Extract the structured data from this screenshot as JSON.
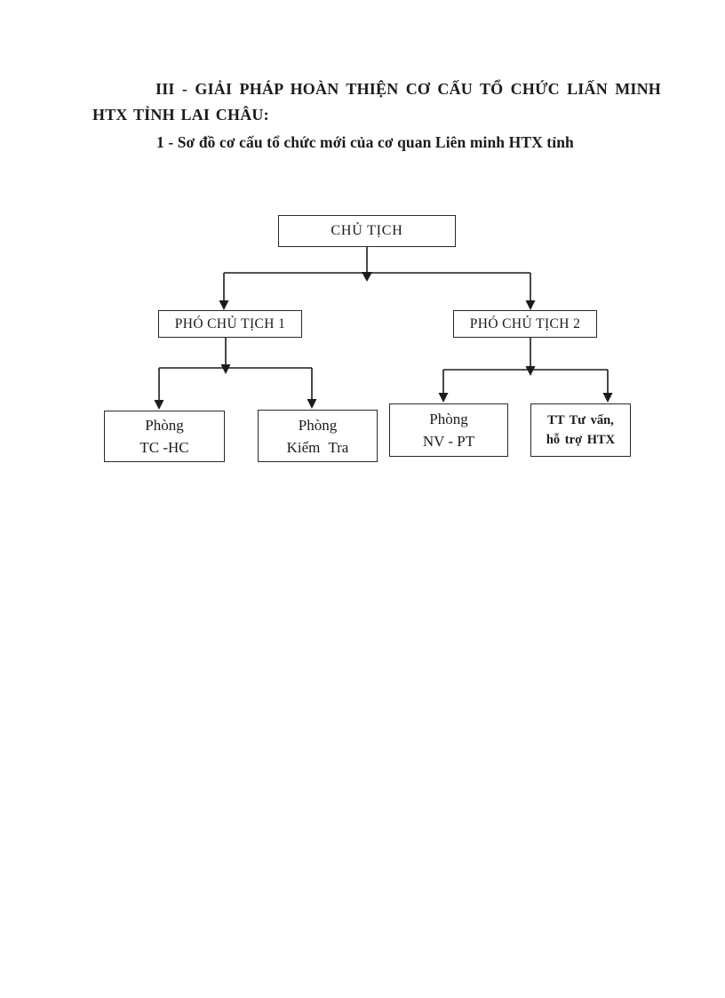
{
  "document": {
    "heading_line1": "III - GIẢI PHÁP HOÀN THIỆN CƠ CẤU TỔ CHỨC LIẤN MINH",
    "heading_line2": "HTX TỈNH LAI CHÂU:",
    "subheading": "1 - Sơ đồ cơ cấu tổ chức mới của cơ quan Liên minh HTX tỉnh"
  },
  "org_chart": {
    "chairman": {
      "label": "CHỦ TỊCH"
    },
    "vice_chairmen": [
      {
        "label": "PHÓ CHỦ TỊCH 1",
        "reports_to": "CHỦ TỊCH"
      },
      {
        "label": "PHÓ CHỦ TỊCH 2",
        "reports_to": "CHỦ TỊCH"
      }
    ],
    "departments": [
      {
        "line1": "Phòng",
        "line2": "TC -HC",
        "reports_to": "PHÓ CHỦ TỊCH 1"
      },
      {
        "line1": "Phòng",
        "line2": "Kiểm Tra",
        "reports_to": "PHÓ CHỦ TỊCH 1"
      },
      {
        "line1": "Phòng",
        "line2": "NV - PT",
        "reports_to": "PHÓ CHỦ TỊCH 2"
      },
      {
        "line1": "TT Tư vấn,",
        "line2": "hỗ trợ HTX",
        "reports_to": "PHÓ CHỦ TỊCH 2"
      }
    ],
    "line_color": "#1c1c1c",
    "box_border_color": "#2a2a2a",
    "background_color": "#ffffff"
  }
}
